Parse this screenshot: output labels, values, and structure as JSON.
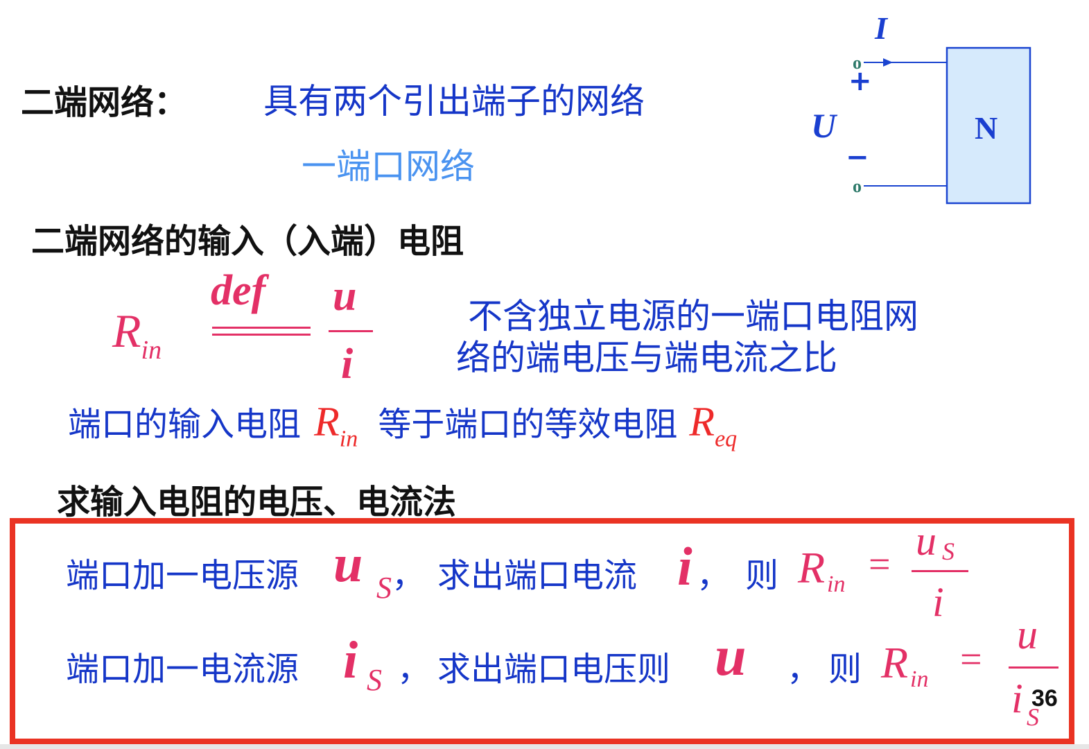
{
  "slide": {
    "page_number": "36",
    "colors": {
      "black_heading": "#111111",
      "blue_text": "#1536c8",
      "light_blue_text": "#4a93f0",
      "formula_pink": "#e33066",
      "formula_red": "#ee2a2a",
      "box_border": "#ea3323",
      "network_fill": "#d6eafc",
      "network_stroke": "#1a44d0",
      "terminal_color": "#2e7a6a"
    }
  },
  "section1": {
    "term": "二端网络：",
    "definition": "具有两个引出端子的网络",
    "alias": "一端口网络"
  },
  "circuit": {
    "current_label": "I",
    "voltage_label": "U",
    "plus_sign": "+",
    "minus_sign": "−",
    "terminal_top": "o",
    "terminal_bottom": "o",
    "network_label": "N"
  },
  "section2": {
    "heading": "二端网络的输入（入端）电阻",
    "formula": {
      "lhs_symbol": "R",
      "lhs_sub": "in",
      "def_label": "def",
      "numerator": "u",
      "denominator": "i"
    },
    "explanation_line1": "不含独立电源的一端口电阻网",
    "explanation_line2": "络的端电压与端电流之比",
    "equivalence": {
      "text1": "端口的输入电阻",
      "sym1": "R",
      "sym1_sub": "in",
      "text2": "等于端口的等效电阻",
      "sym2": "R",
      "sym2_sub": "eq"
    }
  },
  "section3": {
    "heading": "求输入电阻的电压、电流法",
    "method1": {
      "text1": "端口加一电压源",
      "source_sym": "u",
      "source_sub": "S",
      "comma1": "，",
      "text2": "求出端口电流",
      "measured_sym": "i",
      "comma2": "，",
      "then": "则",
      "R": "R",
      "R_sub": "in",
      "equals": "=",
      "num": "u",
      "num_sub": "S",
      "den": "i"
    },
    "method2": {
      "text1": "端口加一电流源",
      "source_sym": "i",
      "source_sub": "S",
      "comma1": "，",
      "text2": "求出端口电压则",
      "measured_sym": "u",
      "comma2": "，",
      "then": "则",
      "R": "R",
      "R_sub": "in",
      "equals": "=",
      "num": "u",
      "den": "i",
      "den_sub": "S"
    }
  }
}
